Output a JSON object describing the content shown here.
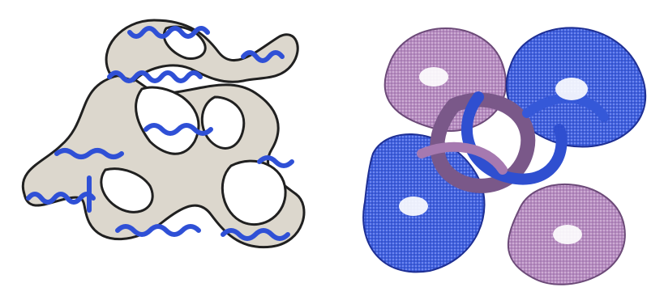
{
  "figure": {
    "panels": [
      {
        "id": "left-panel",
        "description_text": "",
        "style": "tube-with-wavy-backbone",
        "colors": {
          "tube_fill": "#dcd7cd",
          "tube_outline": "#202020",
          "squiggle": "#2f50d6"
        }
      },
      {
        "id": "right-panel",
        "description_text": "",
        "style": "rendered-tetramer-blobs",
        "colors": {
          "violet": "#a679b0",
          "violet_dark": "#6c4a78",
          "blue": "#3558d8",
          "blue_dark": "#1e2f94"
        }
      }
    ]
  }
}
